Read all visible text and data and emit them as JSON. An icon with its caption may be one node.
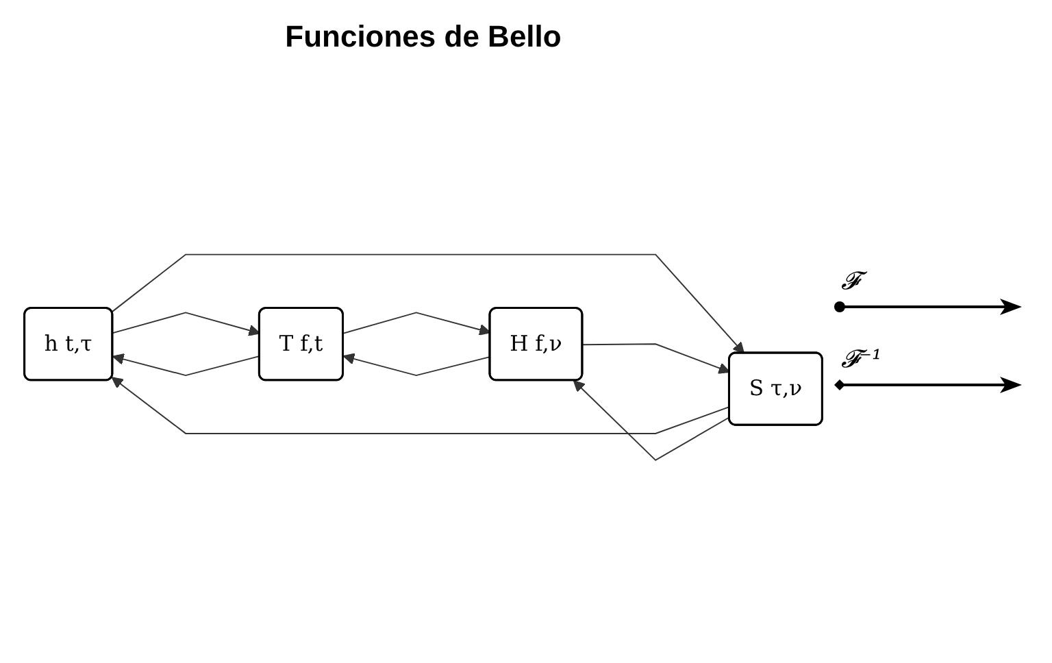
{
  "diagram": {
    "title": "Funciones de Bello",
    "nodes": [
      {
        "text": [
          "h t,τ"
        ]
      },
      {
        "text": [
          "T f,t"
        ]
      },
      {
        "text": [
          "S τ,ν"
        ]
      },
      {
        "text": [
          "H f,ν"
        ]
      }
    ],
    "edges": [
      {
        "from": 0,
        "to": 1,
        "arrow": "to"
      },
      {
        "from": 1,
        "to": 0,
        "arrow": "to"
      },
      {
        "from": 0,
        "to": 2,
        "arrow": "to"
      },
      {
        "from": 2,
        "to": 0,
        "arrow": "to"
      },
      {
        "from": 1,
        "to": 3,
        "arrow": "to"
      },
      {
        "from": 3,
        "to": 1,
        "arrow": "to"
      },
      {
        "from": 3,
        "to": 2,
        "arrow": "to"
      },
      {
        "from": 2,
        "to": 3,
        "arrow": "to"
      }
    ],
    "legend": [
      {
        "text": "𝓕"
      },
      {
        "text": "𝓕⁻¹"
      }
    ]
  }
}
